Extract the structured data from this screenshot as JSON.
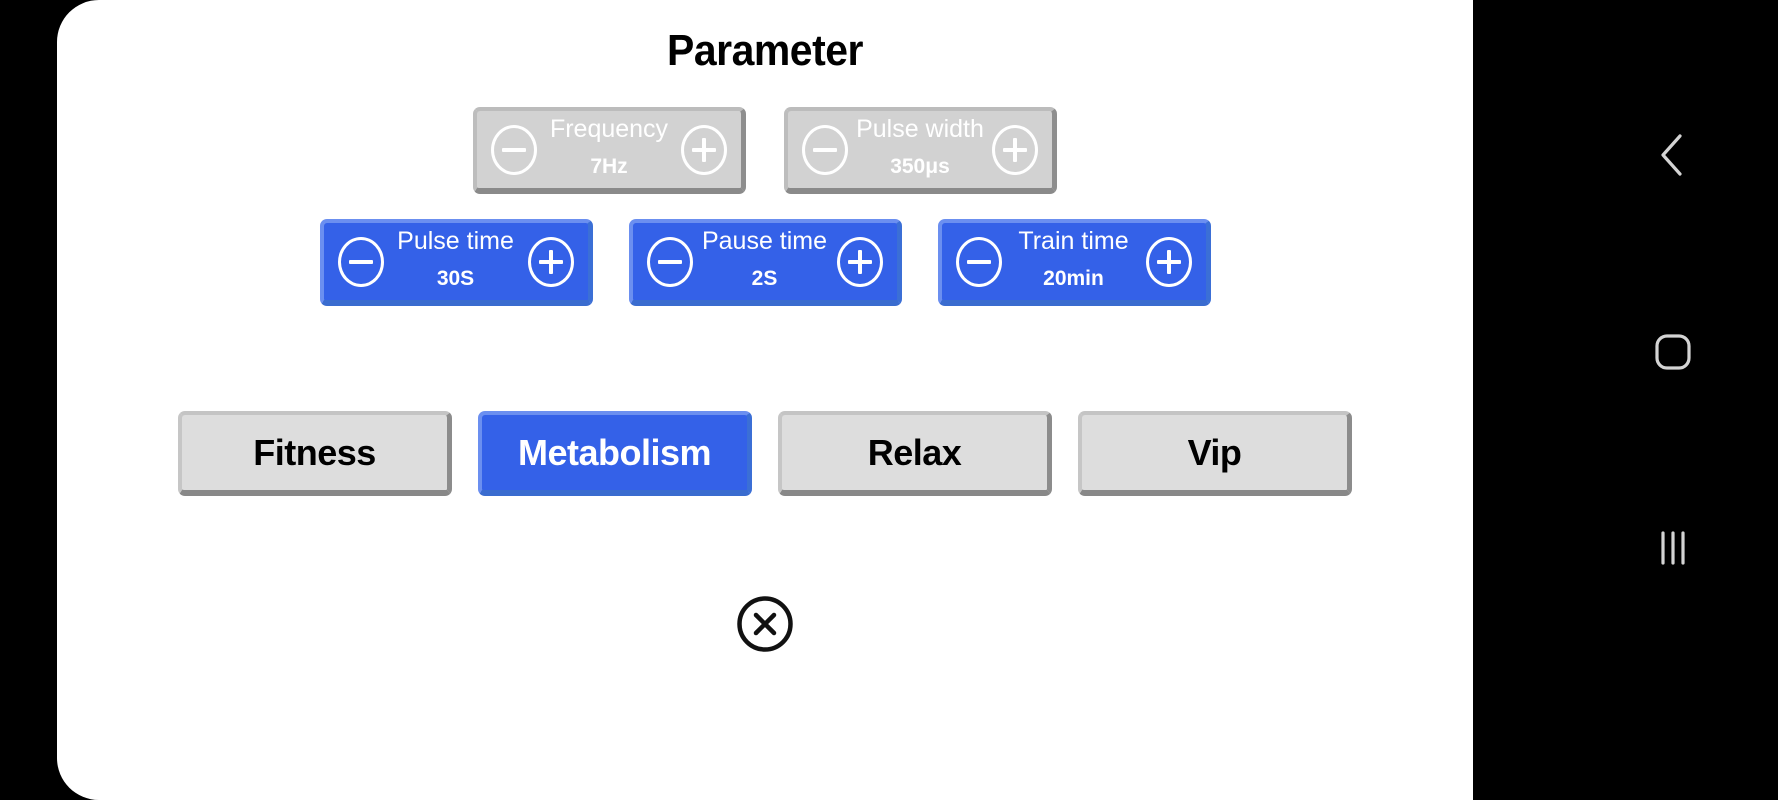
{
  "app": {
    "title": "Parameter",
    "panel_bg": "#ffffff",
    "screen_bg": "#000000",
    "accent_blue": "#3461e8",
    "disabled_gray": "#d2d2d2",
    "button_gray": "#dddddd"
  },
  "steppers": {
    "disabled_row": [
      {
        "label": "Frequency",
        "value": "7Hz",
        "state": "disabled",
        "decrement_icon": "minus-circle-icon",
        "increment_icon": "plus-circle-icon"
      },
      {
        "label": "Pulse width",
        "value": "350μs",
        "state": "disabled",
        "decrement_icon": "minus-circle-icon",
        "increment_icon": "plus-circle-icon"
      }
    ],
    "active_row": [
      {
        "label": "Pulse time",
        "value": "30S",
        "state": "active",
        "decrement_icon": "minus-circle-icon",
        "increment_icon": "plus-circle-icon"
      },
      {
        "label": "Pause time",
        "value": "2S",
        "state": "active",
        "decrement_icon": "minus-circle-icon",
        "increment_icon": "plus-circle-icon"
      },
      {
        "label": "Train time",
        "value": "20min",
        "state": "active",
        "decrement_icon": "minus-circle-icon",
        "increment_icon": "plus-circle-icon"
      }
    ]
  },
  "presets": {
    "selected": "Metabolism",
    "items": [
      {
        "label": "Fitness",
        "selected": false
      },
      {
        "label": "Metabolism",
        "selected": true
      },
      {
        "label": "Relax",
        "selected": false
      },
      {
        "label": "Vip",
        "selected": false
      }
    ]
  },
  "close": {
    "icon": "close-circle-icon",
    "label": "Close"
  },
  "navbar": {
    "keys": [
      {
        "icon": "back-chevron-icon",
        "label": "Back"
      },
      {
        "icon": "home-square-icon",
        "label": "Home"
      },
      {
        "icon": "recents-bars-icon",
        "label": "Recents"
      }
    ]
  }
}
